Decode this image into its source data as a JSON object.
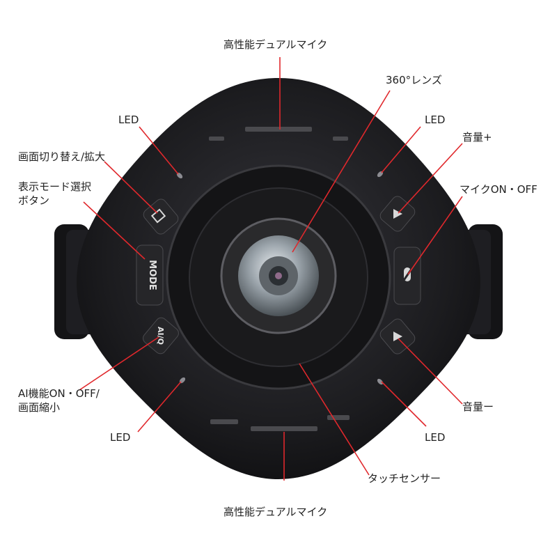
{
  "labels": {
    "mic_top": "高性能デュアルマイク",
    "lens": "360°レンズ",
    "led_top_left": "LED",
    "led_top_right": "LED",
    "screen_switch": "画面切り替え/拡大",
    "volume_up": "音量+",
    "display_mode_line1": "表示モード選択",
    "display_mode_line2": "ボタン",
    "mic_onoff": "マイクON・OFF",
    "ai_line1": "AI機能ON・OFF/",
    "ai_line2": "画面縮小",
    "volume_down": "音量ー",
    "led_bottom_left": "LED",
    "led_bottom_right": "LED",
    "touch_sensor": "タッチセンサー",
    "mic_bottom": "高性能デュアルマイク"
  },
  "device": {
    "mode_button": "MODE",
    "ai_button": "AI/Q",
    "colors": {
      "body": "#1b1b1d",
      "ring": "#2a2a2c",
      "accent_leader": "#e0282c",
      "side_handle": "#b8442a"
    }
  }
}
